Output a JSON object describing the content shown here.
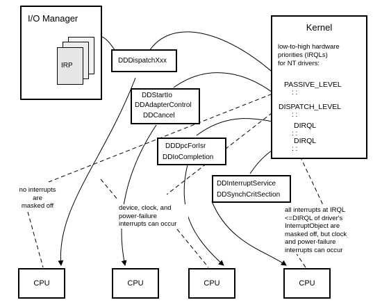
{
  "io_manager": {
    "title": "I/O Manager",
    "irp_label": "IRP"
  },
  "kernel": {
    "title": "Kernel",
    "description": [
      "low-to-high hardware",
      "priorities (IRQLs)",
      "for NT drivers:"
    ],
    "levels": [
      "PASSIVE_LEVEL",
      "DISPATCH_LEVEL",
      "DIRQL",
      "DIRQL"
    ],
    "dots": ":    :"
  },
  "routines": {
    "dispatch": [
      "DDDispatchXxx"
    ],
    "startio": [
      "DDStartIo",
      "DDAdapterControl",
      "DDCancel"
    ],
    "dpc": [
      "DDDpcForIsr",
      "DDIoCompletion"
    ],
    "isr": [
      "DDInterruptService",
      "DDSynchCritSection"
    ]
  },
  "annotations": {
    "passive": [
      "no interrupts",
      "are",
      "masked off"
    ],
    "dispatch": [
      "device, clock, and",
      "power-failure",
      "interrupts can occur"
    ],
    "dirql": [
      "all interrupts at IRQL",
      "<=DIRQL of driver's",
      "InterruptObject are",
      "masked off, but clock",
      "and power-failure",
      "interrupts can occur"
    ]
  },
  "cpu_label": "CPU"
}
